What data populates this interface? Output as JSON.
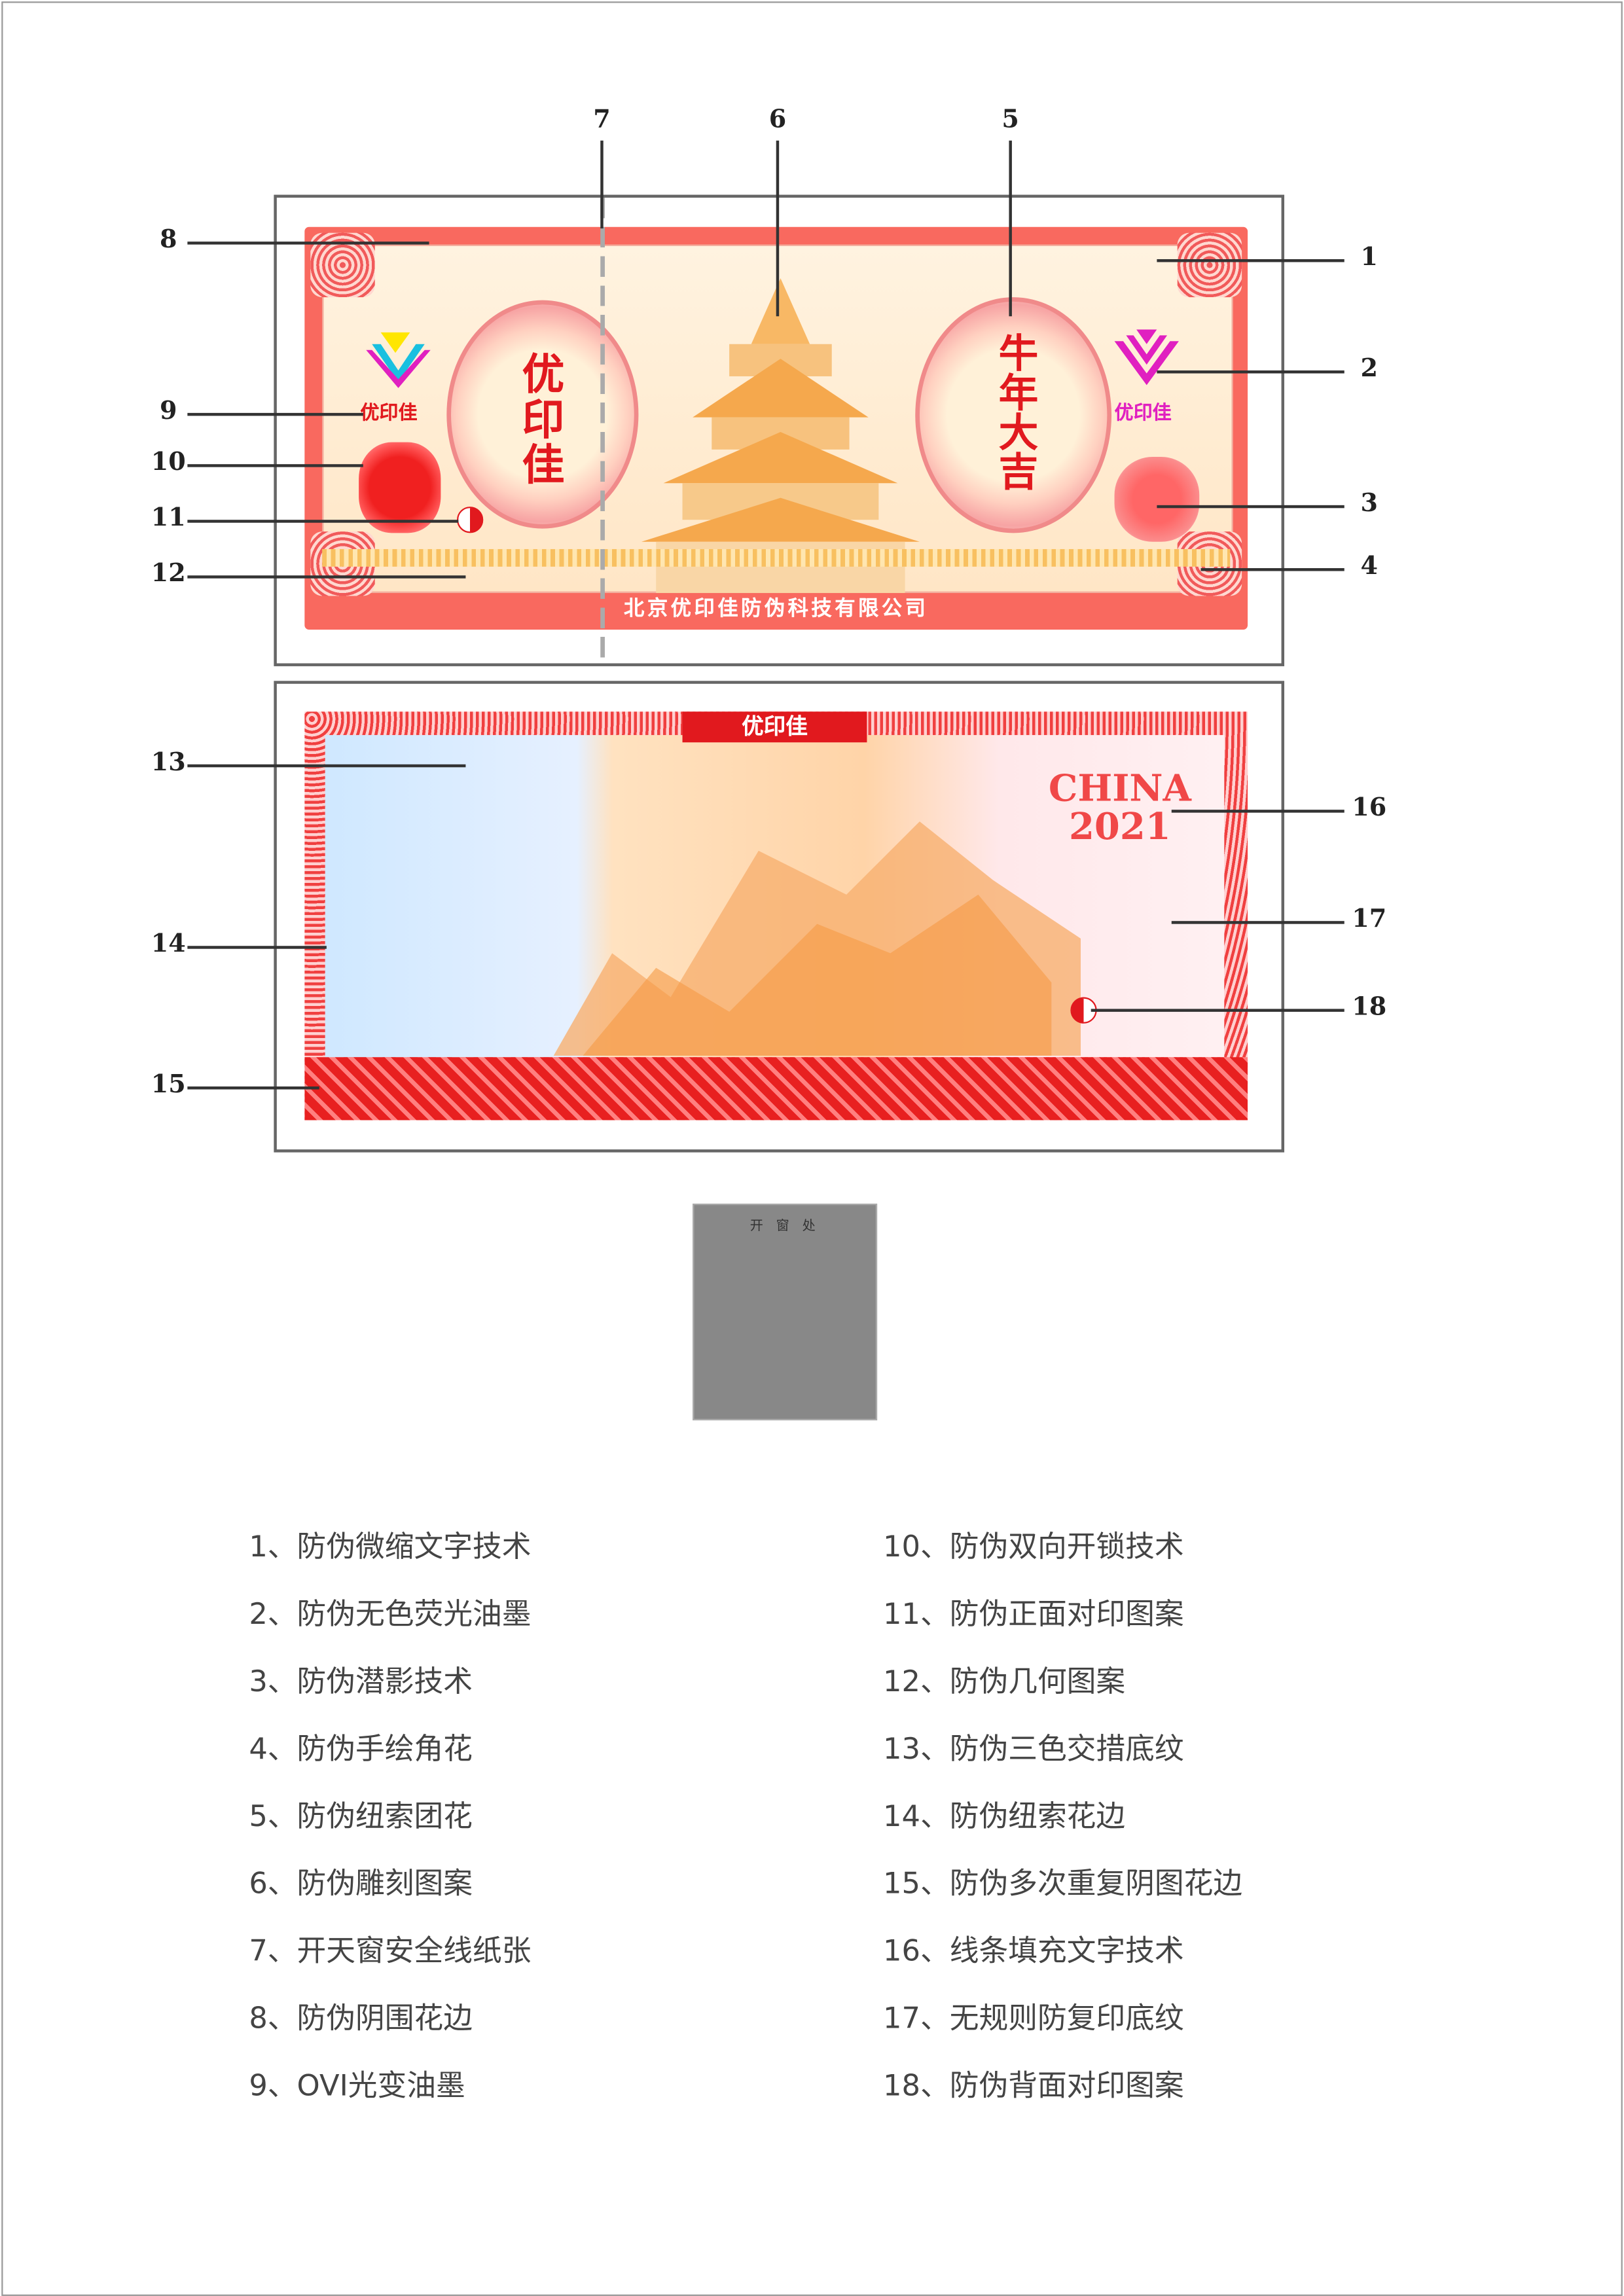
{
  "front": {
    "rosette_left_text": "优印佳",
    "rosette_right_text": "牛年大吉",
    "logo_left_text": "优印佳",
    "logo_right_text": "优印佳",
    "company": "北京优印佳防伪科技有限公司"
  },
  "back": {
    "tab_text": "优印佳",
    "china": "CHINA",
    "year": "2021"
  },
  "sample_box": {
    "label": "开 窗 处"
  },
  "callouts": [
    "1",
    "2",
    "3",
    "4",
    "5",
    "6",
    "7",
    "8",
    "9",
    "10",
    "11",
    "12",
    "13",
    "14",
    "15",
    "16",
    "17",
    "18"
  ],
  "legend": [
    "1、防伪微缩文字技术",
    "2、防伪无色荧光油墨",
    "3、防伪潜影技术",
    "4、防伪手绘角花",
    "5、防伪纽索团花",
    "6、防伪雕刻图案",
    "7、开天窗安全线纸张",
    "8、防伪阴围花边",
    "9、OVI光变油墨",
    "10、防伪双向开锁技术",
    "11、防伪正面对印图案",
    "12、防伪几何图案",
    "13、防伪三色交措底纹",
    "14、防伪纽索花边",
    "15、防伪多次重复阴图花边",
    "16、线条填充文字技术",
    "17、无规则防复印底纹",
    "18、防伪背面对印图案"
  ],
  "colors": {
    "red": "#e1191e",
    "orange": "#f5a040",
    "magenta": "#e020c0",
    "frame": "#666666"
  }
}
